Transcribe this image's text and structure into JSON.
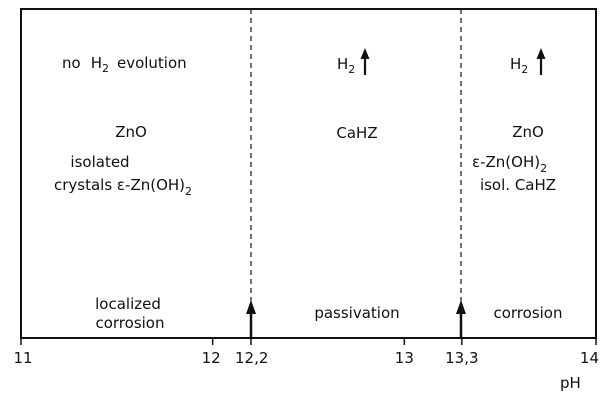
{
  "axis": {
    "label": "pH",
    "ticks": [
      {
        "value": 11,
        "label": "11"
      },
      {
        "value": 12,
        "label": "12"
      },
      {
        "value": 12.2,
        "label": "12,2"
      },
      {
        "value": 13,
        "label": "13"
      },
      {
        "value": 13.3,
        "label": "13,3"
      },
      {
        "value": 14,
        "label": "14"
      }
    ],
    "range": [
      11,
      14
    ]
  },
  "boundaries": [
    12.2,
    13.3
  ],
  "regions": [
    {
      "h2_text_no": "no",
      "h2_text_h": "H",
      "h2_text_sub": "2",
      "h2_text_rest": "evolution",
      "product": "ZnO",
      "line1": "isolated",
      "line2_a": "crystals ε-Zn(OH)",
      "line2_sub": "2",
      "bottom1": "localized",
      "bottom2": "corrosion"
    },
    {
      "h2_h": "H",
      "h2_sub": "2",
      "product": "CaHZ",
      "bottom": "passivation"
    },
    {
      "h2_h": "H",
      "h2_sub": "2",
      "product": "ZnO",
      "line1_a": "ε-Zn(OH)",
      "line1_sub": "2",
      "line2": "isol. CaHZ",
      "bottom": "corrosion"
    }
  ]
}
